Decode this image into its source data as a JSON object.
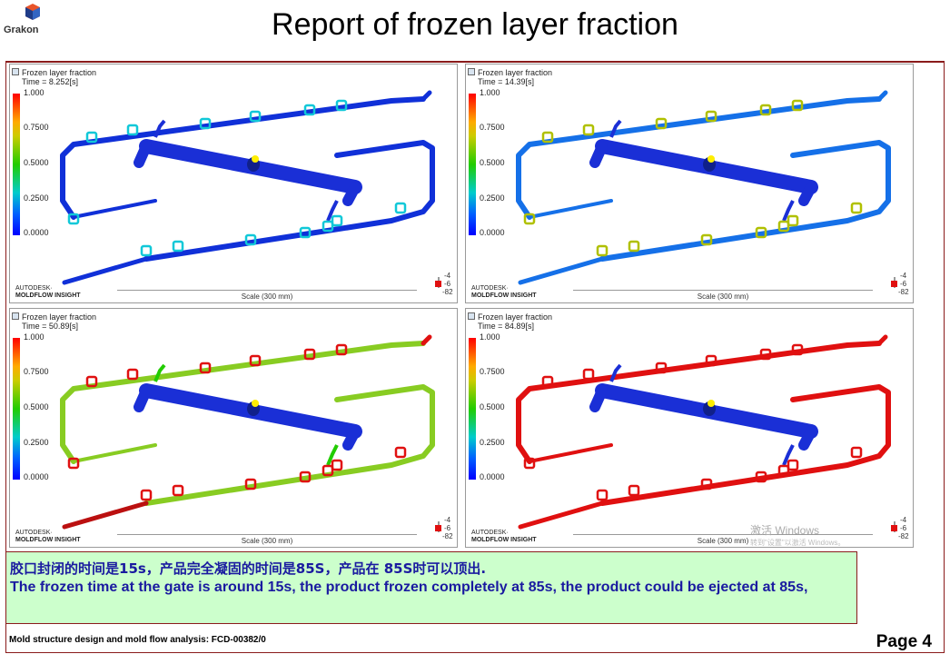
{
  "header": {
    "logo_text": "Grakon",
    "title": "Report of frozen layer fraction"
  },
  "colors": {
    "accent_dark_red": "#8a1b1b",
    "note_background": "#ccffcc",
    "note_text": "#1a1aa0"
  },
  "panels": [
    {
      "title": "Frozen layer fraction",
      "time": "Time = 8.252[s]",
      "loop_color": "#1030d8",
      "runner_color": "#1a2fd6",
      "clip_color": "#10c8d8"
    },
    {
      "title": "Frozen layer fraction",
      "time": "Time = 14.39[s]",
      "loop_color": "#1570e8",
      "runner_color": "#1a2fd6",
      "clip_color": "#b0c000"
    },
    {
      "title": "Frozen layer fraction",
      "time": "Time = 50.89[s]",
      "loop_color": "#88cc22",
      "runner_color": "#1a2fd6",
      "clip_color": "#e01010"
    },
    {
      "title": "Frozen layer fraction",
      "time": "Time = 84.89[s]",
      "loop_color": "#e01010",
      "runner_color": "#1a2fd6",
      "clip_color": "#e01010"
    }
  ],
  "legend": {
    "ticks": [
      "1.000",
      "0.7500",
      "0.5000",
      "0.2500",
      "0.0000"
    ]
  },
  "brand": {
    "line1": "AUTODESK·",
    "line2": "MOLDFLOW INSIGHT",
    "scale": "Scale (300 mm)",
    "axis_values": [
      "-4",
      "-6",
      "-82"
    ]
  },
  "watermark": {
    "line1": "激活 Windows",
    "line2": "转到\"设置\"以激活 Windows。"
  },
  "note": {
    "zh": "胶口封闭的时间是15s，产品完全凝固的时间是85S，产品在 85S时可以顶出.",
    "en": "The frozen time at the gate is around 15s, the product frozen completely at 85s, the product could be ejected at 85s,"
  },
  "footer": {
    "doc": "Mold structure design and mold flow analysis: FCD-00382/0",
    "page": "Page  4"
  }
}
